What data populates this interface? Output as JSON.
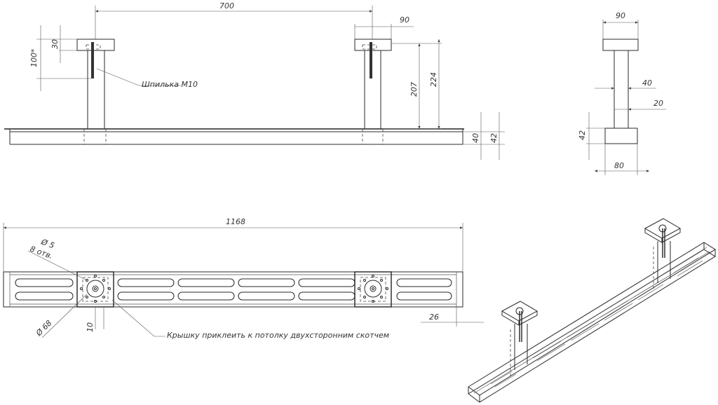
{
  "dimensions": {
    "length_700": "700",
    "top_90": "90",
    "height_30": "30",
    "height_100": "100*",
    "height_207": "207",
    "height_224": "224",
    "depth_40": "40",
    "depth_42": "42",
    "side_top_90": "90",
    "side_40": "40",
    "side_20": "20",
    "side_42": "42",
    "side_80": "80",
    "length_1168": "1168",
    "hole_d5": "Ø 5",
    "holes_8": "8 отв.",
    "ring_68": "Ø 68",
    "offset_10": "10",
    "width_26": "26"
  },
  "notes": {
    "stud_label": "Шпилька М10",
    "cover_note": "Крышку приклеить к потолку двухсторонним скотчем"
  }
}
